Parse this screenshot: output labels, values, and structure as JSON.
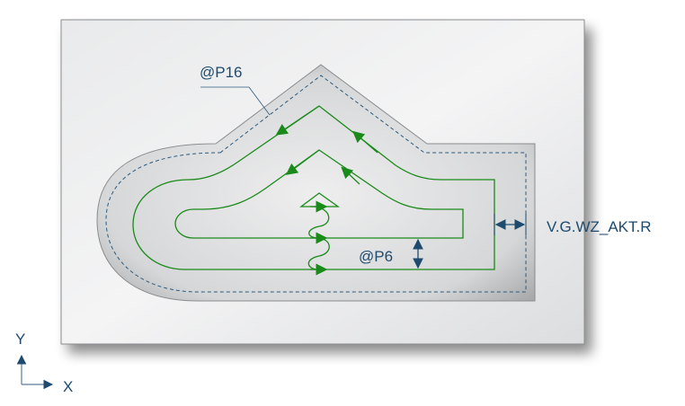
{
  "labels": {
    "contour_param": "@P16",
    "infeed_param": "@P6",
    "tool_radius": "V.G.WZ_AKT.R",
    "axis_x": "X",
    "axis_y": "Y"
  },
  "colors": {
    "path": "#1a8a1a",
    "dimension": "#1d4a6e",
    "plate": "#e6e7e8"
  }
}
